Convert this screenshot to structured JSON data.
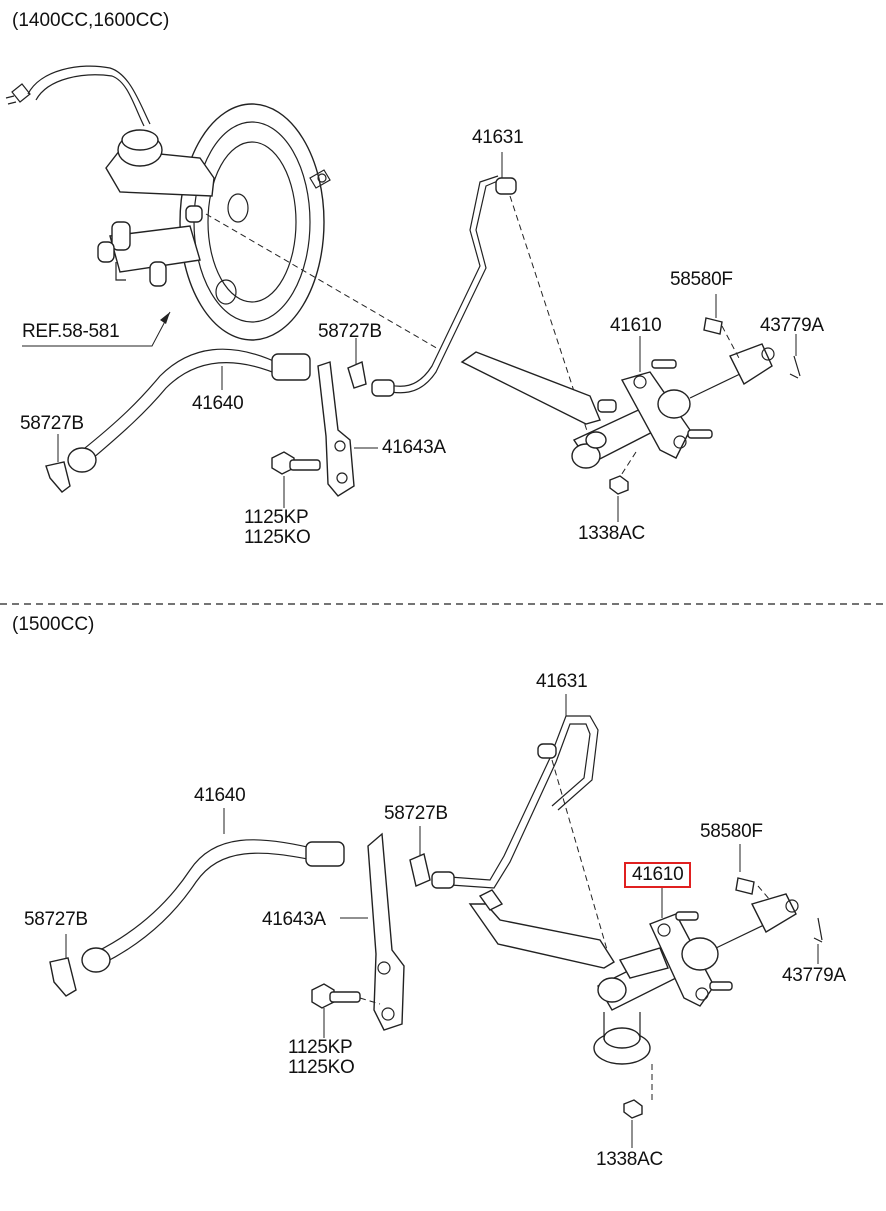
{
  "sections": {
    "top_header": "(1400CC,1600CC)",
    "bottom_header": "(1500CC)"
  },
  "top": {
    "ref": "REF.58-581",
    "p41631": "41631",
    "p41640": "41640",
    "p58727B_a": "58727B",
    "p58727B_b": "58727B",
    "p41643A": "41643A",
    "p1125KP": "1125KP",
    "p1125KO": "1125KO",
    "p58580F": "58580F",
    "p41610": "41610",
    "p43779A": "43779A",
    "p1338AC": "1338AC"
  },
  "bottom": {
    "p41631": "41631",
    "p41640": "41640",
    "p58727B_a": "58727B",
    "p58727B_b": "58727B",
    "p41643A": "41643A",
    "p1125KP": "1125KP",
    "p1125KO": "1125KO",
    "p58580F": "58580F",
    "p41610": "41610",
    "p43779A": "43779A",
    "p1338AC": "1338AC"
  },
  "colors": {
    "highlight": "#e02020",
    "line": "#222222"
  }
}
